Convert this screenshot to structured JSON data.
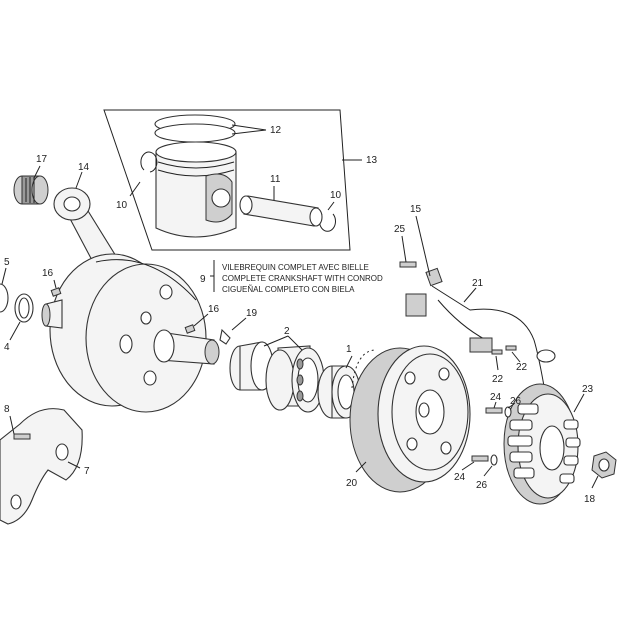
{
  "diagram": {
    "caption_lines": [
      "VILEBREQUIN COMPLET AVEC BIELLE",
      "COMPLETE CRANKSHAFT WITH CONROD",
      "CIGUEÑAL COMPLETO CON BIELA"
    ],
    "callouts": {
      "c1": "1",
      "c2": "2",
      "c4": "4",
      "c5": "5",
      "c7": "7",
      "c8": "8",
      "c9": "9",
      "c10a": "10",
      "c10b": "10",
      "c11": "11",
      "c12": "12",
      "c13": "13",
      "c14": "14",
      "c15": "15",
      "c16a": "16",
      "c16b": "16",
      "c17": "17",
      "c18": "18",
      "c19": "19",
      "c20": "20",
      "c21": "21",
      "c22a": "22",
      "c22b": "22",
      "c23": "23",
      "c24a": "24",
      "c24b": "24",
      "c25": "25",
      "c26a": "26",
      "c26b": "26"
    }
  }
}
